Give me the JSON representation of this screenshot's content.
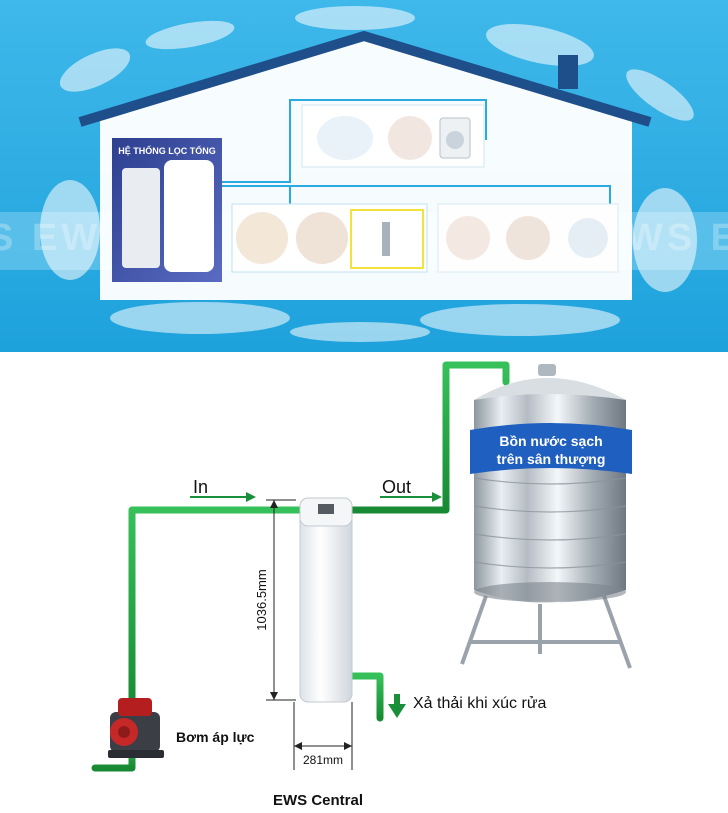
{
  "house_panel": {
    "title_label": "HỆ THỐNG LỌC TỔNG",
    "watermark": "EWS EWS EWS EWS EWS EWS EWS EWS"
  },
  "schematic": {
    "inlet_label": "In",
    "outlet_label": "Out",
    "height_dimension": "1036.5mm",
    "width_dimension": "281mm",
    "drain_label": "Xả thải khi xúc rửa",
    "pump_label": "Bơm áp lực",
    "product_label": "EWS Central",
    "tank_label_line1": "Bồn nước sạch",
    "tank_label_line2": "trên sân thượng"
  },
  "colors": {
    "sky_blue": "#29abe2",
    "house_roof": "#1f4f8a",
    "pipe_green": "#1e9a3c",
    "arrow_green": "#1a8f3a",
    "tank_label_blue": "#1f5fbf"
  }
}
